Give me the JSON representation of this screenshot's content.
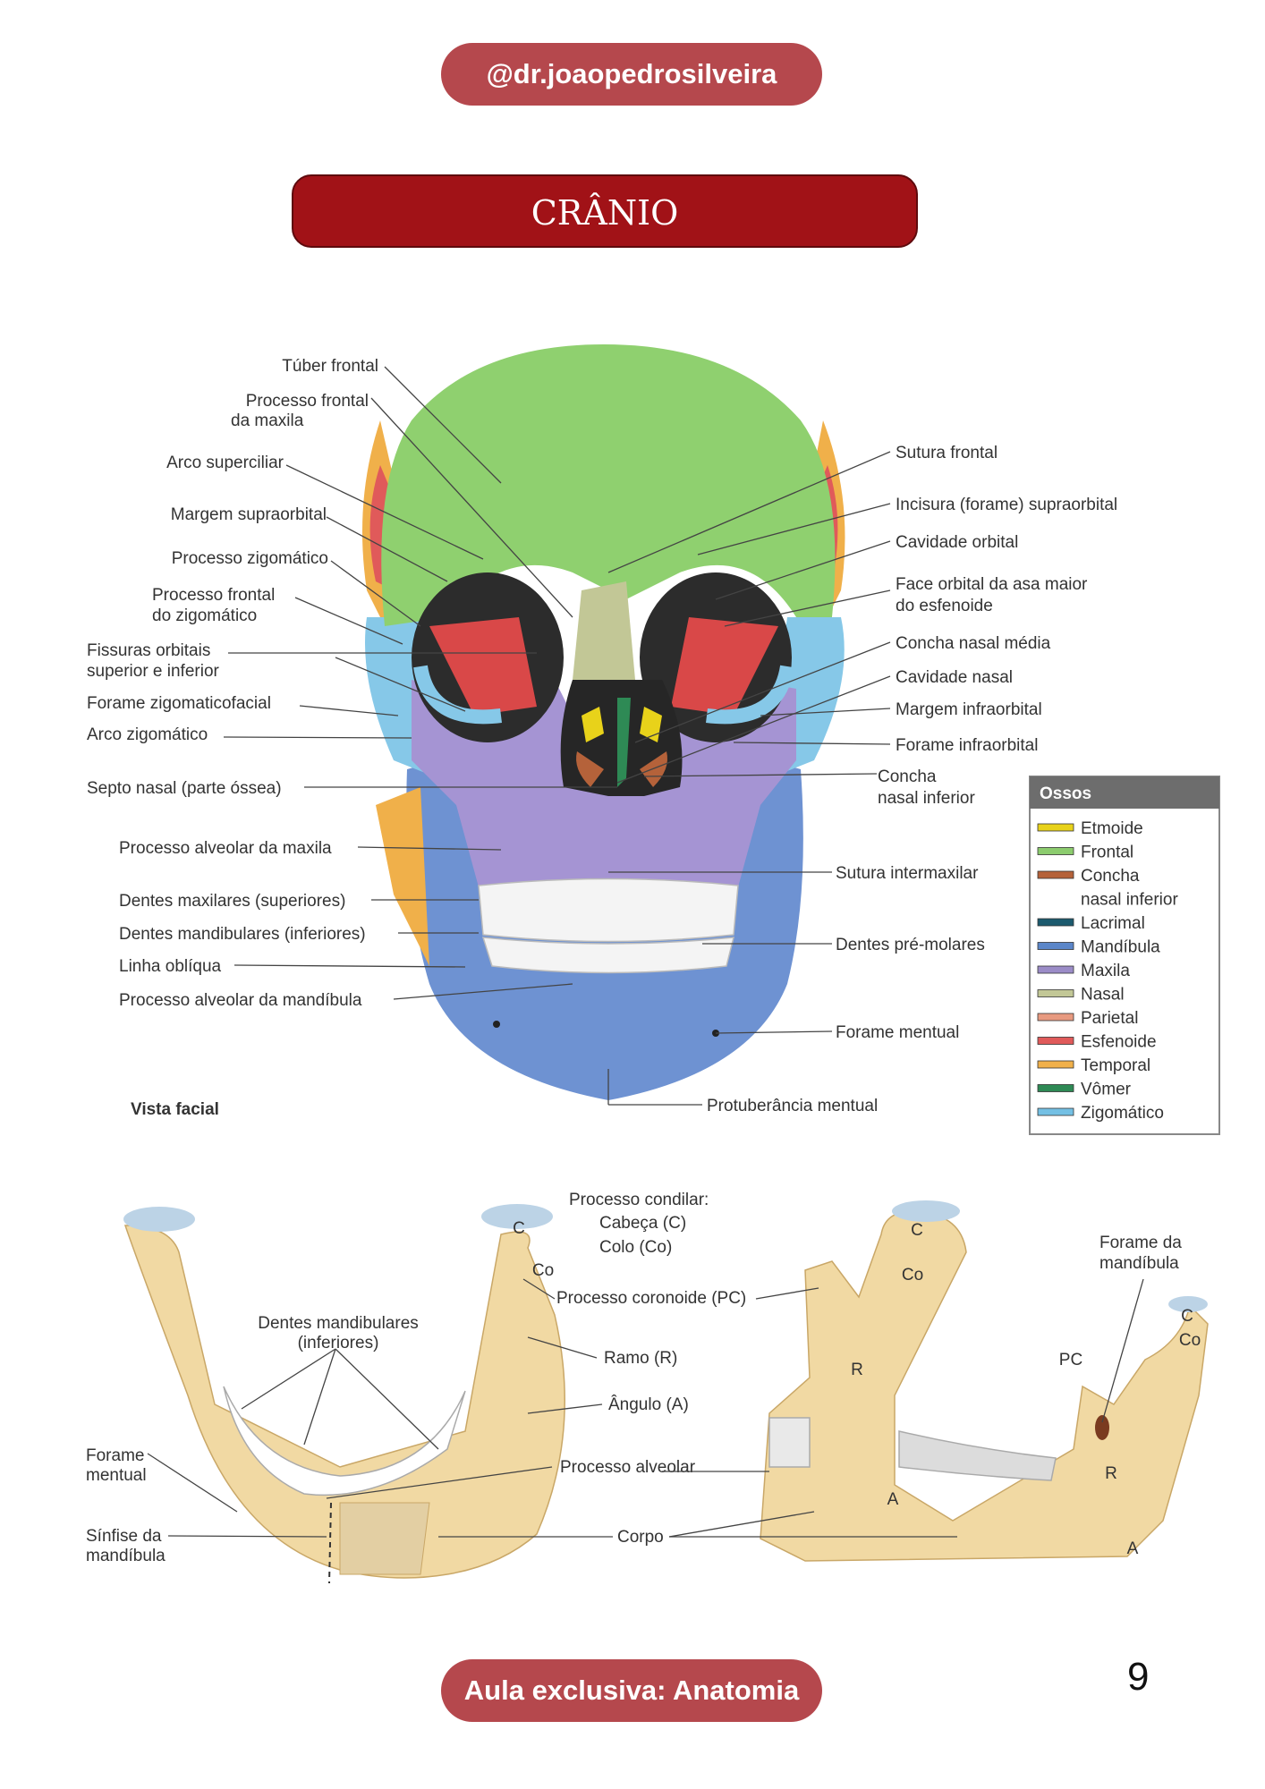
{
  "header": {
    "handle": "@dr.joaopedrosilveira",
    "title": "CRÂNIO"
  },
  "footer": {
    "label": "Aula exclusiva: Anatomia",
    "page": "9"
  },
  "skull": {
    "view_label": "Vista facial",
    "left_labels": [
      "Túber frontal",
      "Processo frontal",
      "da maxila",
      "Arco superciliar",
      "Margem supraorbital",
      "Processo zigomático",
      "Processo frontal",
      "do zigomático",
      "Fissuras orbitais",
      "superior e inferior",
      "Forame zigomaticofacial",
      "Arco zigomático",
      "Septo nasal (parte óssea)",
      "Processo alveolar da maxila",
      "Dentes maxilares (superiores)",
      "Dentes mandibulares (inferiores)",
      "Linha oblíqua",
      "Processo alveolar da mandíbula"
    ],
    "right_labels": [
      "Sutura frontal",
      "Incisura (forame) supraorbital",
      "Cavidade orbital",
      "Face orbital da asa maior",
      "do esfenoide",
      "Concha nasal média",
      "Cavidade nasal",
      "Margem infraorbital",
      "Forame infraorbital",
      "Concha",
      "nasal inferior",
      "Sutura intermaxilar",
      "Dentes pré-molares",
      "Forame mentual",
      "Protuberância mentual"
    ]
  },
  "legend": {
    "title": "Ossos",
    "items": [
      {
        "label": "Etmoide",
        "color": "#e8d21a"
      },
      {
        "label": "Frontal",
        "color": "#8ccc6e"
      },
      {
        "label": "Concha",
        "color": "#b5623a"
      },
      {
        "label": "nasal inferior",
        "color": ""
      },
      {
        "label": "Lacrimal",
        "color": "#1c5a6e"
      },
      {
        "label": "Mandíbula",
        "color": "#5b86c9"
      },
      {
        "label": "Maxila",
        "color": "#9b8cc7"
      },
      {
        "label": "Nasal",
        "color": "#c2c796"
      },
      {
        "label": "Parietal",
        "color": "#e89a80"
      },
      {
        "label": "Esfenoide",
        "color": "#e05a5a"
      },
      {
        "label": "Temporal",
        "color": "#f0b04a"
      },
      {
        "label": "Vômer",
        "color": "#2e8a55"
      },
      {
        "label": "Zigomático",
        "color": "#74c0e4"
      }
    ]
  },
  "mandible": {
    "condylar_process": [
      "Processo condilar:",
      "Cabeça (C)",
      "Colo (Co)"
    ],
    "labels": [
      "Dentes mandibulares",
      "(inferiores)",
      "Processo coronoide (PC)",
      "Ramo (R)",
      "Ângulo (A)",
      "Processo alveolar",
      "Corpo",
      "Forame",
      "mentual",
      "Sínfise da",
      "mandíbula",
      "Forame da",
      "mandíbula"
    ],
    "letters": [
      "C",
      "Co",
      "C",
      "Co",
      "R",
      "A",
      "PC",
      "C",
      "Co",
      "R",
      "A"
    ]
  }
}
